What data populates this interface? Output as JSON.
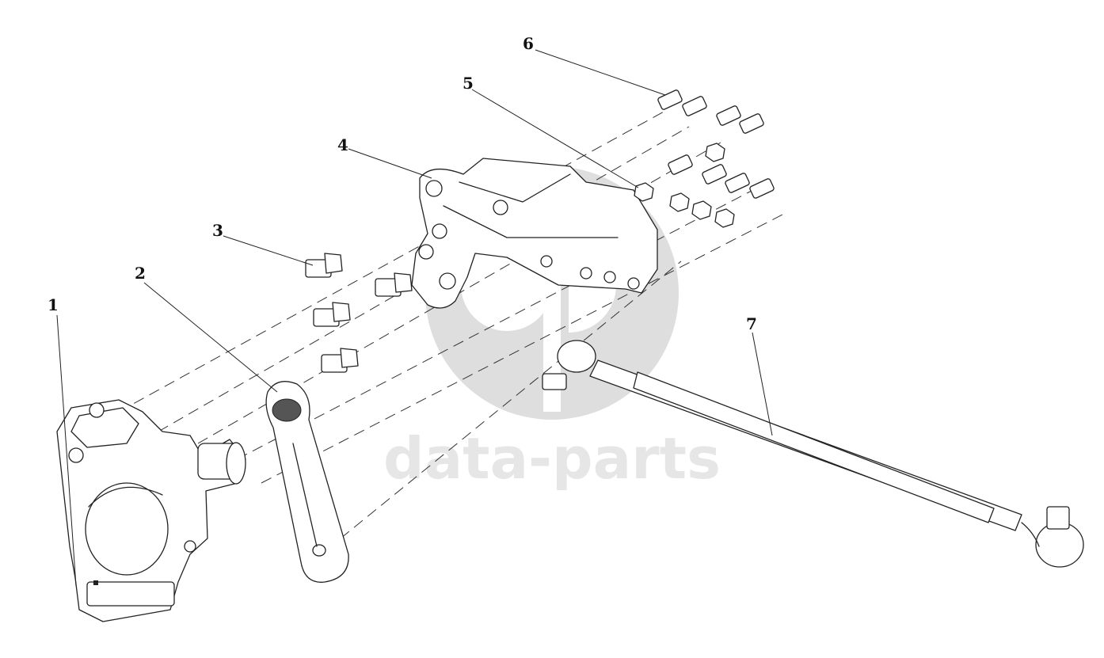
{
  "diagram": {
    "callouts": [
      {
        "id": "1",
        "label": "1"
      },
      {
        "id": "2",
        "label": "2"
      },
      {
        "id": "3",
        "label": "3"
      },
      {
        "id": "4",
        "label": "4"
      },
      {
        "id": "5",
        "label": "5"
      },
      {
        "id": "6",
        "label": "6"
      },
      {
        "id": "7",
        "label": "7"
      }
    ]
  },
  "watermark": {
    "brand_text": "data-parts",
    "color": "#cfcfcf"
  }
}
